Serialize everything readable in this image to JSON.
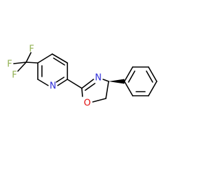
{
  "structure": {
    "atoms": {
      "f_top": "F",
      "f_left": "F",
      "f_bottom": "F",
      "n_pyridine": "N",
      "n_oxazoline": "N",
      "o_oxazoline": "O"
    },
    "colors": {
      "fluorine": "#90b050",
      "nitrogen": "#2b2bd8",
      "oxygen": "#e01010",
      "bond": "#000000"
    }
  }
}
